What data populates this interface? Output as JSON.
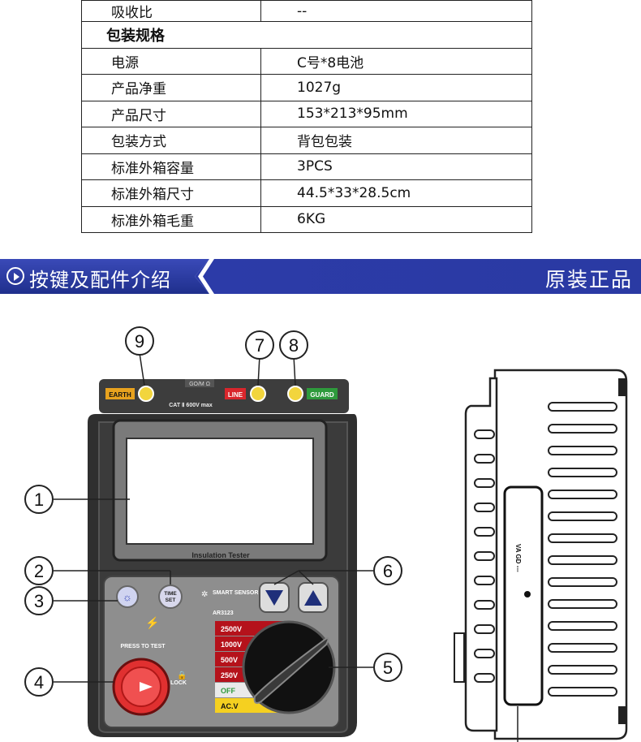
{
  "spec_table": {
    "top_row": {
      "label": "吸收比",
      "value": "--"
    },
    "section_title": "包装规格",
    "rows": [
      {
        "label": "电源",
        "value": "C号*8电池"
      },
      {
        "label": "产品净重",
        "value": "1027g"
      },
      {
        "label": "产品尺寸",
        "value": "153*213*95mm"
      },
      {
        "label": "包装方式",
        "value": "背包包装"
      },
      {
        "label": "标准外箱容量",
        "value": "3PCS"
      },
      {
        "label": "标准外箱尺寸",
        "value": "44.5*33*28.5cm"
      },
      {
        "label": "标准外箱毛重",
        "value": "6KG"
      }
    ]
  },
  "banner": {
    "title": "按键及配件介绍",
    "tag": "原装正品",
    "color": "#2a3aa3"
  },
  "device": {
    "terminal_labels": {
      "earth": "EARTH",
      "line": "LINE",
      "guard": "GUARD",
      "go": "GO/M Ω",
      "cat": "CAT Ⅱ  600V max"
    },
    "screen_label": "Insulation Tester",
    "brand": "SMART SENSOR",
    "model": "AR3123",
    "time_set": [
      "TIME",
      "SET"
    ],
    "press_to_test": "PRESS TO TEST",
    "lock": "LOCK",
    "ranges": [
      "2500V",
      "1000V",
      "500V",
      "250V",
      "OFF",
      "AC.V"
    ],
    "callouts": [
      "1",
      "2",
      "3",
      "4",
      "5",
      "6",
      "7",
      "8",
      "9"
    ],
    "side_text": "VA GD ---"
  }
}
